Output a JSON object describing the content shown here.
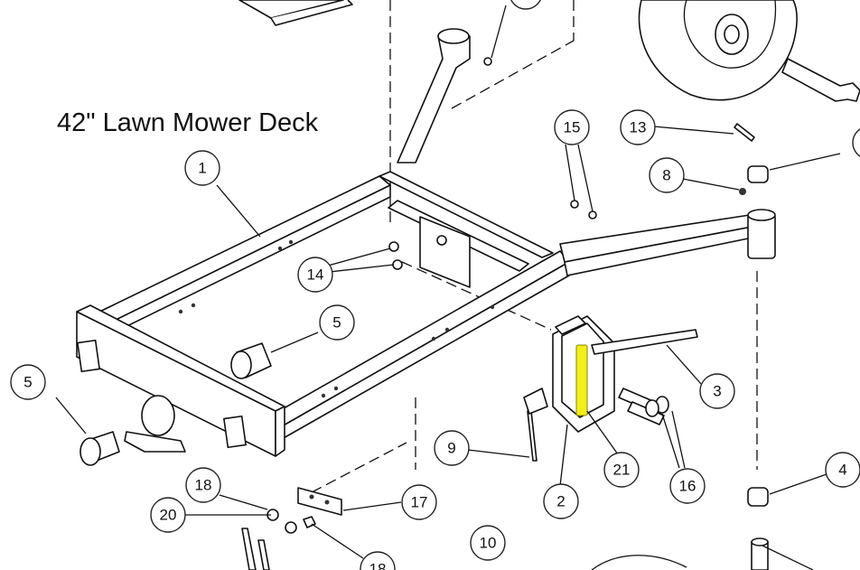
{
  "title": "42\" Lawn Mower Deck",
  "callouts": [
    {
      "id": "c1",
      "label": "1"
    },
    {
      "id": "c2",
      "label": "2"
    },
    {
      "id": "c3",
      "label": "3"
    },
    {
      "id": "c4",
      "label": "4"
    },
    {
      "id": "c5a",
      "label": "5"
    },
    {
      "id": "c5b",
      "label": "5"
    },
    {
      "id": "c8",
      "label": "8"
    },
    {
      "id": "c9",
      "label": "9"
    },
    {
      "id": "c10",
      "label": "10"
    },
    {
      "id": "c13",
      "label": "13"
    },
    {
      "id": "c14",
      "label": "14"
    },
    {
      "id": "c15",
      "label": "15"
    },
    {
      "id": "c16",
      "label": "16"
    },
    {
      "id": "c17",
      "label": "17"
    },
    {
      "id": "c18a",
      "label": "18"
    },
    {
      "id": "c18b",
      "label": "18"
    },
    {
      "id": "c20",
      "label": "20"
    },
    {
      "id": "c21",
      "label": "21"
    }
  ],
  "highlight_color": "#f2ee1c"
}
